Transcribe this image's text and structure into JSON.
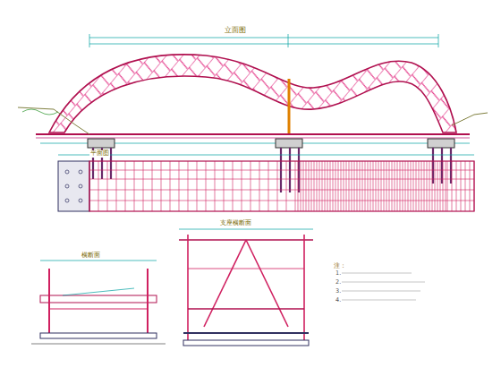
{
  "diagram": {
    "labels": [
      "立面图",
      "平面图",
      "横断面",
      "支座横断面",
      "注：",
      "1.",
      "2.",
      "3.",
      "4."
    ]
  }
}
